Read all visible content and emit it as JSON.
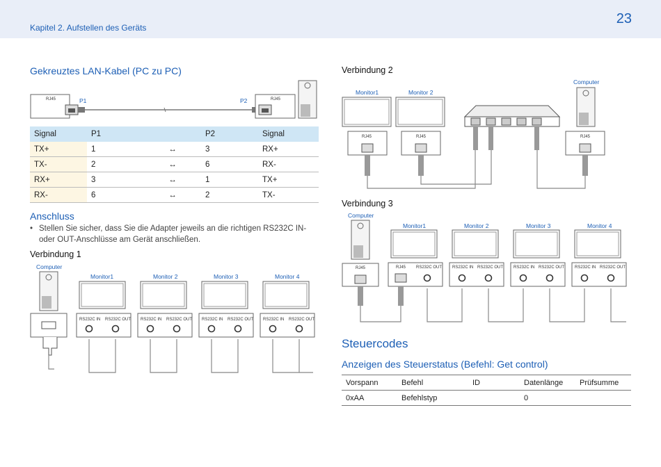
{
  "header": {
    "chapter": "Kapitel 2. Aufstellen des Geräts",
    "page_number": "23"
  },
  "lan_section": {
    "title": "Gekreuztes LAN-Kabel (PC zu PC)",
    "left_port": "RJ45",
    "right_port": "RJ45",
    "p1": "P1",
    "p2": "P2"
  },
  "signal_table": {
    "headers": [
      "Signal",
      "P1",
      "",
      "P2",
      "Signal"
    ],
    "rows": [
      [
        "TX+",
        "1",
        "↔",
        "3",
        "RX+"
      ],
      [
        "TX-",
        "2",
        "↔",
        "6",
        "RX-"
      ],
      [
        "RX+",
        "3",
        "↔",
        "1",
        "TX+"
      ],
      [
        "RX-",
        "6",
        "↔",
        "2",
        "TX-"
      ]
    ]
  },
  "anschluss": {
    "title": "Anschluss",
    "bullet": "Stellen Sie sicher, dass Sie die Adapter jeweils an die richtigen RS232C IN- oder OUT-Anschlüsse am Gerät anschließen."
  },
  "verbindung1": {
    "title": "Verbindung 1",
    "computer": "Computer",
    "monitors": [
      "Monitor1",
      "Monitor 2",
      "Monitor 3",
      "Monitor 4"
    ],
    "in_label": "RS232C IN",
    "out_label": "RS232C OUT"
  },
  "verbindung2": {
    "title": "Verbindung 2",
    "computer": "Computer",
    "monitors": [
      "Monitor1",
      "Monitor 2"
    ],
    "port": "RJ45"
  },
  "verbindung3": {
    "title": "Verbindung 3",
    "computer": "Computer",
    "monitors": [
      "Monitor1",
      "Monitor 2",
      "Monitor 3",
      "Monitor 4"
    ],
    "port": "RJ45",
    "in_label": "RS232C IN",
    "out_label": "RS232C OUT"
  },
  "steuercodes": {
    "title": "Steuercodes",
    "subtitle": "Anzeigen des Steuerstatus (Befehl: Get control)",
    "headers": [
      "Vorspann",
      "Befehl",
      "ID",
      "Datenlänge",
      "Prüfsumme"
    ],
    "rows": [
      [
        "0xAA",
        "Befehlstyp",
        "",
        "0",
        ""
      ]
    ]
  }
}
